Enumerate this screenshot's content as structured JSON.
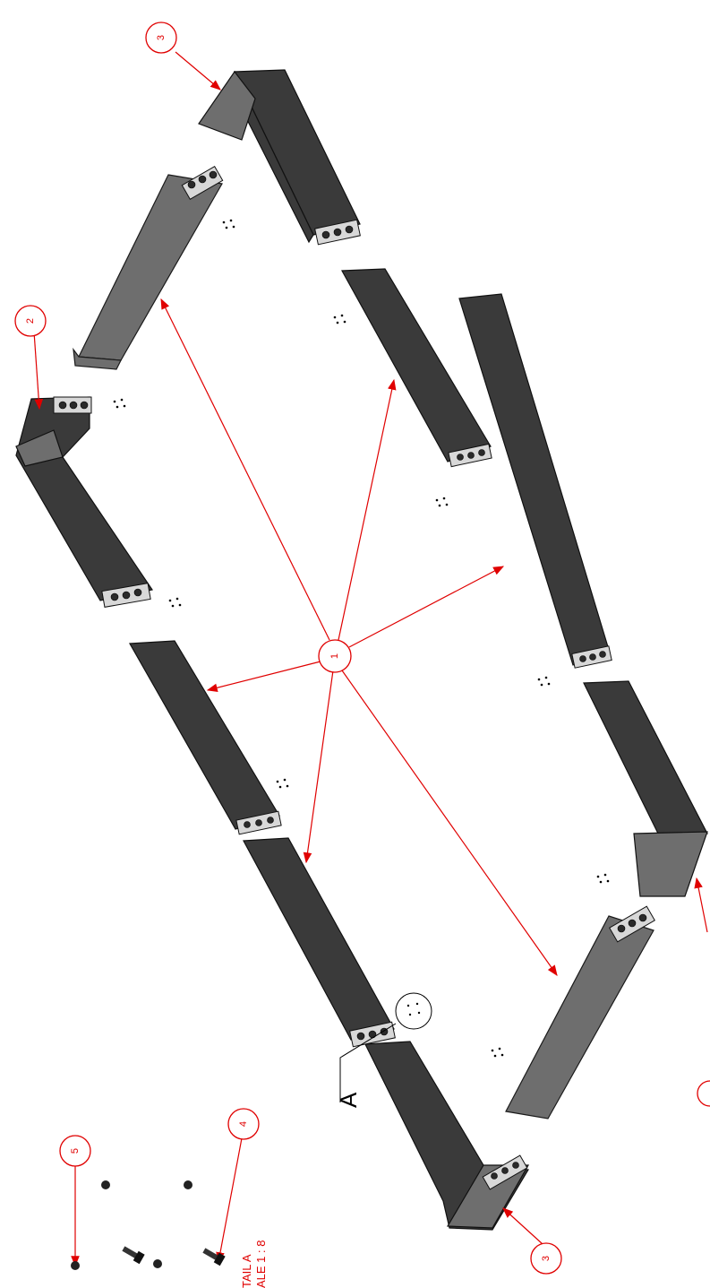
{
  "callouts": [
    "1",
    "2",
    "3",
    "3",
    "4",
    "5"
  ],
  "detail_view": {
    "letter": "A",
    "title": "TAIL A",
    "scale": "ALE 1 : 8"
  },
  "colors": {
    "annotation": "#e00000",
    "beam_dark": "#3a3a3a",
    "beam_grey": "#6e6e6e"
  }
}
